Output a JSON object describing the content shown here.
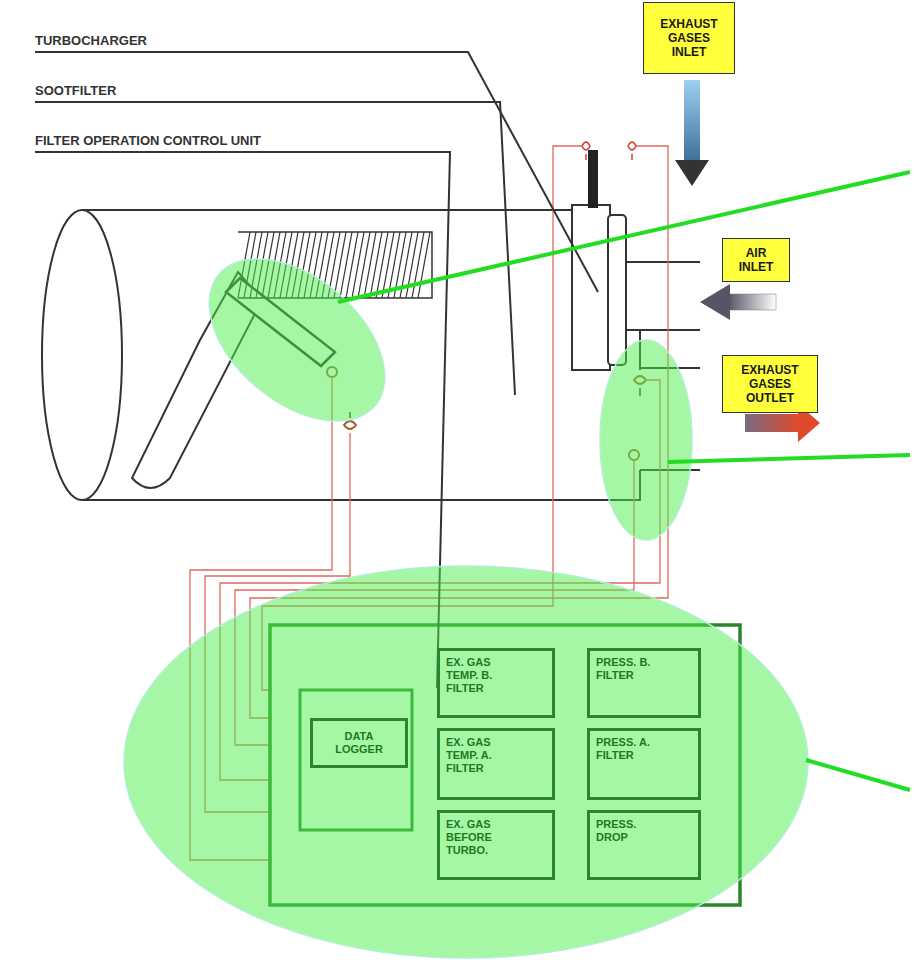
{
  "diagram": {
    "nodes": [
      {
        "text": [
          "EXHAUST GASES INLET"
        ]
      },
      {
        "text": [
          "AIR INLET"
        ]
      },
      {
        "text": [
          "EXHAUST GASES OUTLET"
        ]
      },
      {
        "text": [
          "DATA LOGGER"
        ]
      },
      {
        "text": [
          "EX. GAS TEMP. B. FILTER"
        ]
      },
      {
        "text": [
          "PRESS. B. FILTER"
        ]
      },
      {
        "text": [
          "EX. GAS TEMP. A. FILTER"
        ]
      },
      {
        "text": [
          "PRESS. A. FILTER"
        ]
      },
      {
        "text": [
          "EX. GAS BEFORE TURBO."
        ]
      },
      {
        "text": [
          "PRESS. DROP"
        ]
      }
    ],
    "labels": [
      "TURBOCHARGER",
      "SOOTFILTER",
      "FILTER OPERATION CONTROL UNIT"
    ]
  }
}
